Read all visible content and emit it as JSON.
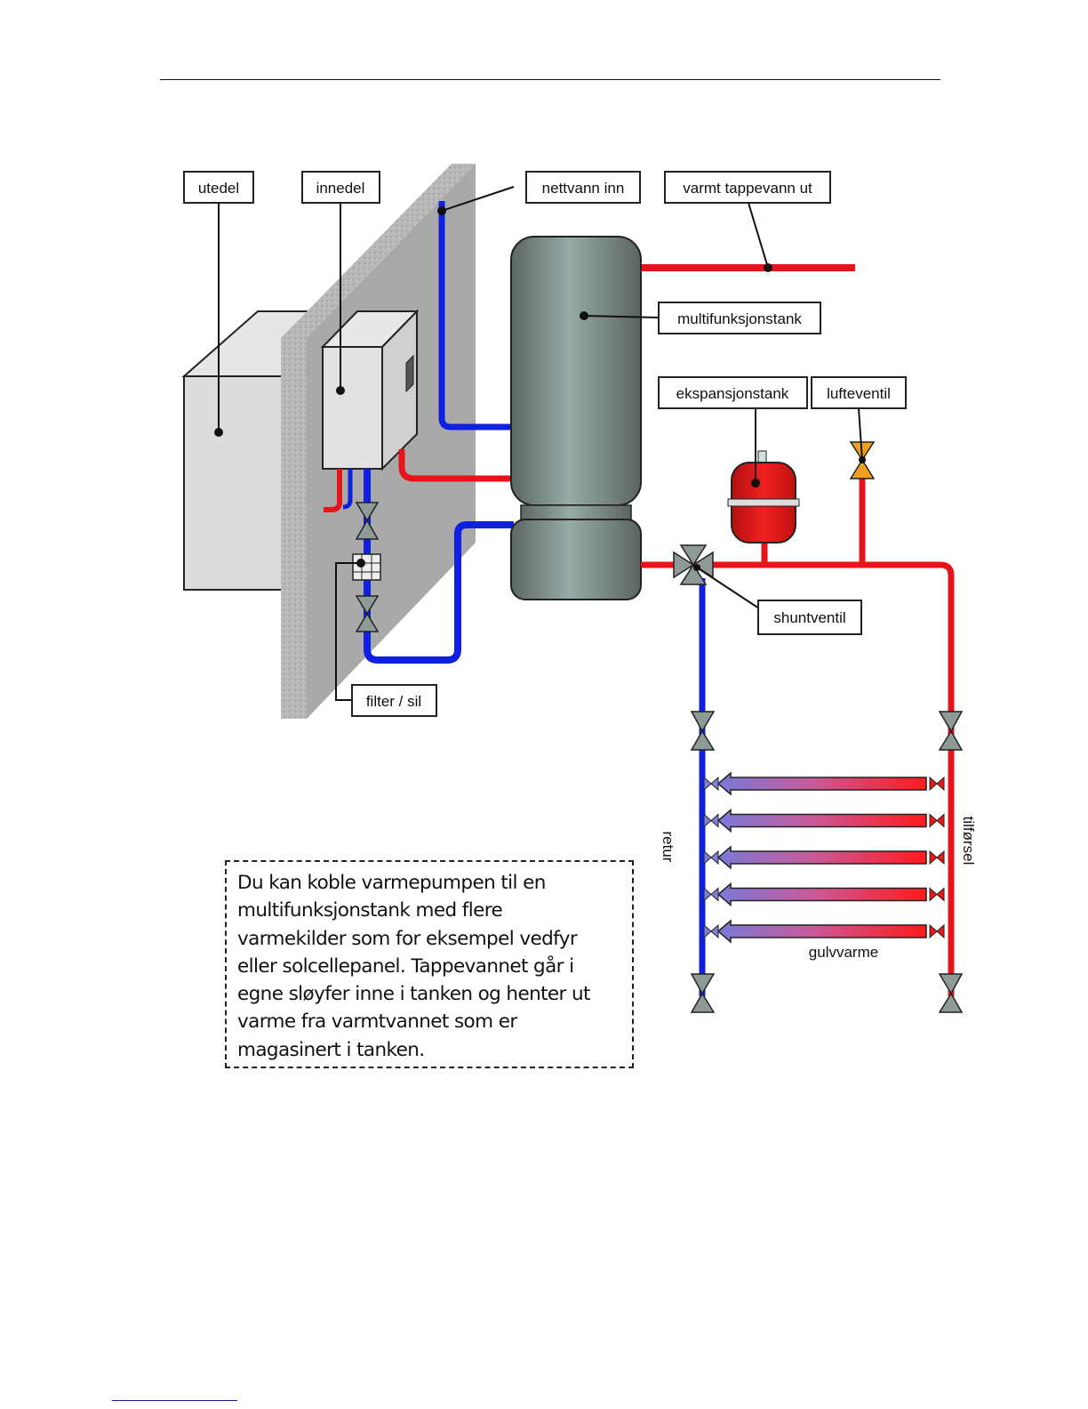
{
  "labels": {
    "utedel": "utedel",
    "innedel": "innedel",
    "nettvann_inn": "nettvann inn",
    "varmt_tappevann_ut": "varmt tappevann ut",
    "multifunksjonstank": "multifunksjonstank",
    "ekspansjonstank": "ekspansjonstank",
    "lufteventil": "lufteventil",
    "shuntventil": "shuntventil",
    "filter_sil": "filter / sil",
    "retur": "retur",
    "tilforsel": "tilførsel",
    "gulvvarme": "gulvvarme"
  },
  "caption": {
    "text": "Du kan koble varmepumpen til en\nmultifunksjonstank med flere\nvarmekilder som for eksempel vedfyr\neller solcellepanel. Tappevannet går i\negne sløyfer inne i tanken og henter ut\nvarme fra varmtvannet som er\nmagasinert i tanken."
  },
  "colors": {
    "hot_pipe": "#e8141c",
    "cold_pipe": "#1020e0",
    "valve_gray": "#8e9a98",
    "air_valve": "#f0a020",
    "tank_mid": "#8fa6a0",
    "wall": "#a8a8a8"
  },
  "floor_loops": {
    "count": 5
  }
}
